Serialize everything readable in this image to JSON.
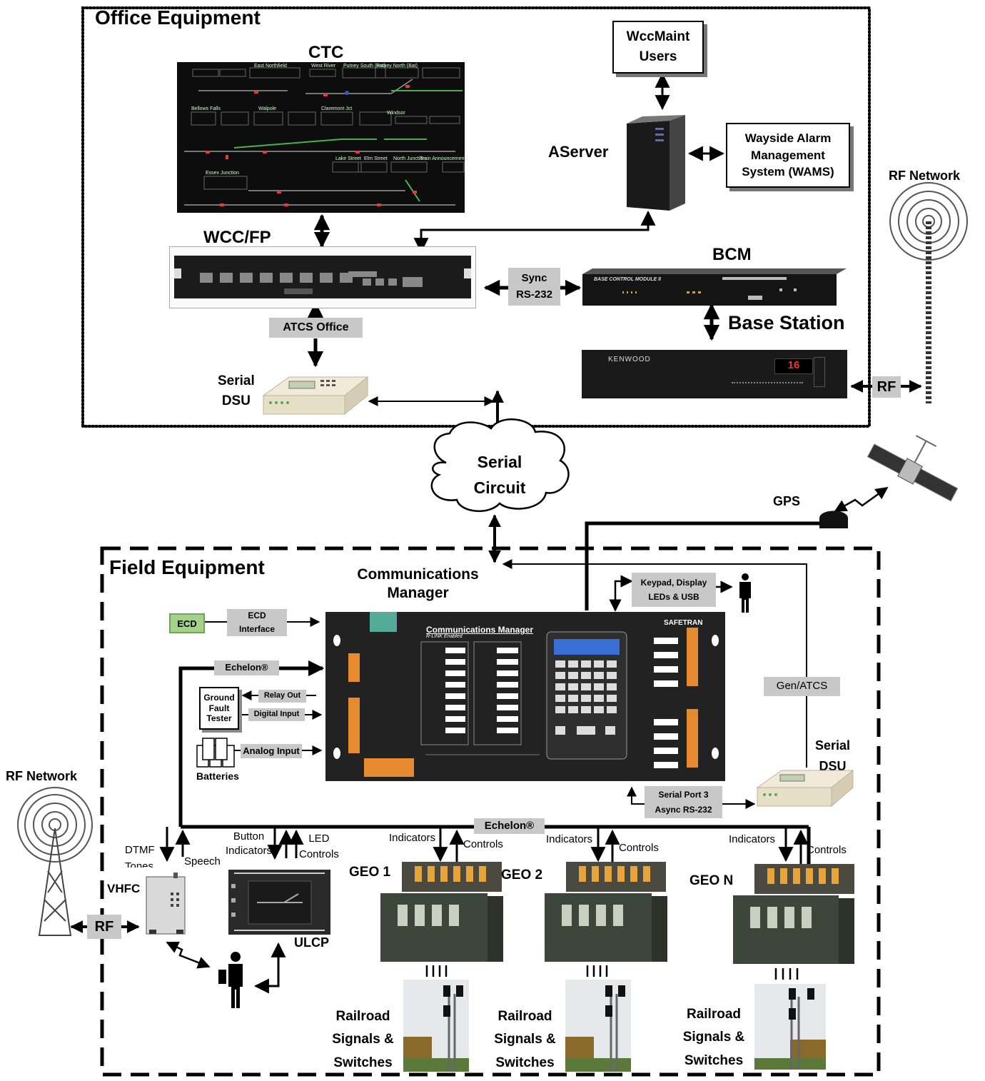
{
  "office": {
    "title": "Office Equipment",
    "ctc_label": "CTC",
    "wccfp_label": "WCC/FP",
    "aserver_label": "AServer",
    "wccmaint_line1": "WccMaint",
    "wccmaint_line2": "Users",
    "wams_line1": "Wayside Alarm",
    "wams_line2": "Management",
    "wams_line3": "System (WAMS)",
    "bcm_label": "BCM",
    "bcm_faceplate": "BASE CONTROL MODULE II",
    "base_station_label": "Base Station",
    "kenwood": "KENWOOD",
    "kenwood_display": "16",
    "sync_line1": "Sync",
    "sync_line2": "RS-232",
    "atcs_office": "ATCS Office",
    "serial_dsu_line1": "Serial",
    "serial_dsu_line2": "DSU",
    "rf": "RF",
    "ctc_stations": [
      "East Northfield",
      "West River",
      "Putney South (Bat)",
      "Putney North (Bat)",
      "Bellows Falls",
      "Walpole",
      "Claremont Jct",
      "Windsor",
      "Lake Street",
      "Elm Street",
      "North Junction",
      "Essex Junction",
      "Train Announcements"
    ]
  },
  "rf_network_right": "RF Network",
  "serial_circuit_line1": "Serial",
  "serial_circuit_line2": "Circuit",
  "gps": "GPS",
  "field": {
    "title": "Field Equipment",
    "cm_label_line1": "Communications",
    "cm_label_line2": "Manager",
    "cm_faceplate_title": "Communications Manager",
    "cm_faceplate_sub": "R-LINK Enabled",
    "safetran": "SAFETRAN",
    "keypad_line1": "Keypad, Display",
    "keypad_line2": "LEDs & USB",
    "ecd": "ECD",
    "ecd_interface_line1": "ECD",
    "ecd_interface_line2": "Interface",
    "echelon": "Echelon®",
    "relay_out": "Relay Out",
    "digital_input": "Digital Input",
    "analog_input": "Analog Input",
    "gft_line1": "Ground",
    "gft_line2": "Fault",
    "gft_line3": "Tester",
    "batteries": "Batteries",
    "gen_atcs": "Gen/ATCS",
    "serial_dsu_line1": "Serial",
    "serial_dsu_line2": "DSU",
    "serial_port_line1": "Serial Port 3",
    "serial_port_line2": "Async RS-232",
    "echelon_bus": "Echelon®",
    "dtmf_line1": "DTMF",
    "dtmf_line2": "Tones",
    "speech": "Speech",
    "button_line1": "Button",
    "button_line2": "Indicators",
    "led_line1": "LED",
    "led_line2": "Controls",
    "vhfc": "VHFC",
    "ulcp": "ULCP",
    "rf": "RF",
    "rf_network_left": "RF Network",
    "geos": [
      {
        "name": "GEO 1",
        "indicators": "Indicators",
        "controls": "Controls",
        "signals_line1": "Railroad",
        "signals_line2": "Signals &",
        "signals_line3": "Switches"
      },
      {
        "name": "GEO 2",
        "indicators": "Indicators",
        "controls": "Controls",
        "signals_line1": "Railroad",
        "signals_line2": "Signals &",
        "signals_line3": "Switches"
      },
      {
        "name": "GEO N",
        "indicators": "Indicators",
        "controls": "Controls",
        "signals_line1": "Railroad",
        "signals_line2": "Signals &",
        "signals_line3": "Switches"
      }
    ]
  }
}
